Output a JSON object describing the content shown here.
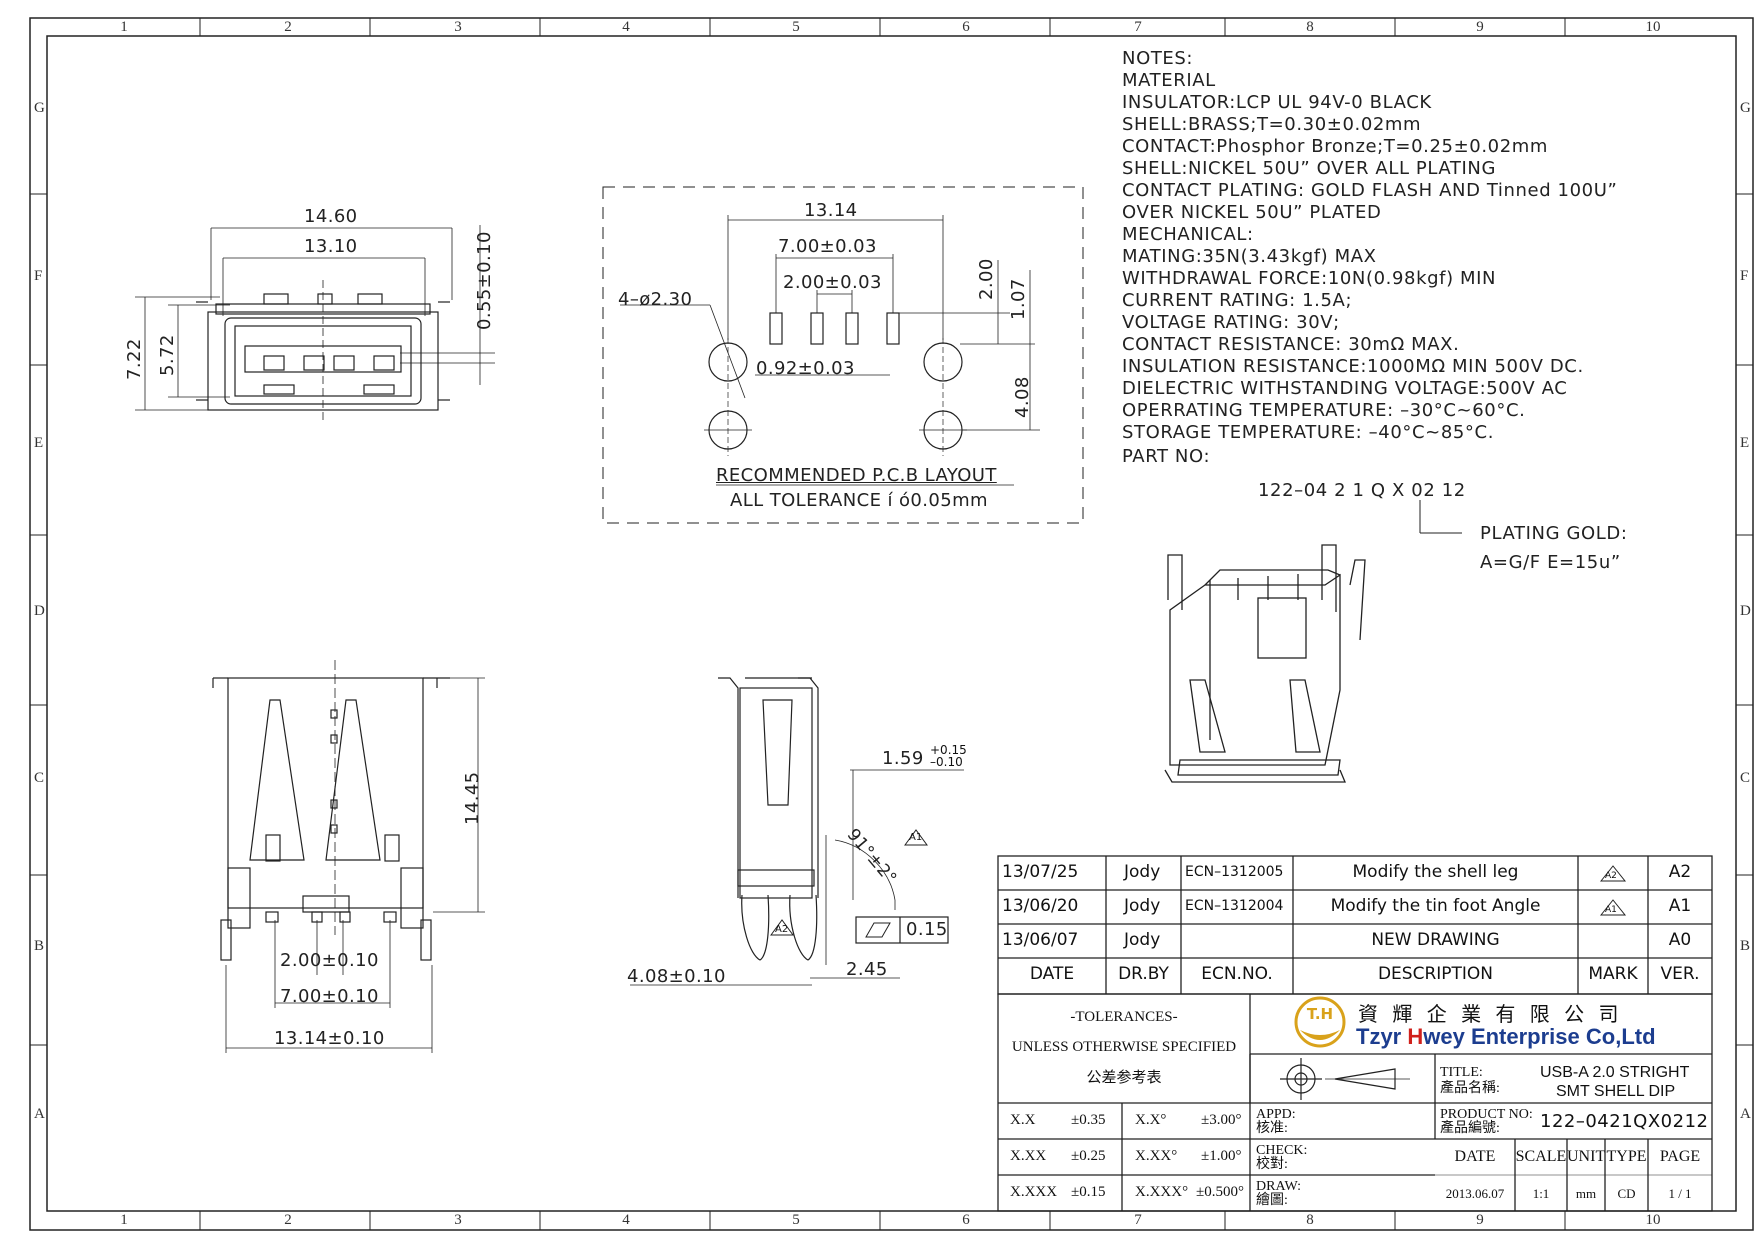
{
  "zones": {
    "columns": [
      "1",
      "2",
      "3",
      "4",
      "5",
      "6",
      "7",
      "8",
      "9",
      "10"
    ],
    "rows": [
      "G",
      "F",
      "E",
      "D",
      "C",
      "B",
      "A"
    ]
  },
  "notes": {
    "lines": [
      "NOTES:",
      "MATERIAL",
      "INSULATOR:LCP  UL  94V-0  BLACK",
      "SHELL:BRASS;T=0.30±0.02mm",
      "CONTACT:Phosphor  Bronze;T=0.25±0.02mm",
      "SHELL:NICKEL  50U”  OVER  ALL  PLATING",
      "CONTACT  PLATING:  GOLD  FLASH  AND  Tinned  100U”",
      "OVER  NICKEL  50U”  PLATED",
      "MECHANICAL:",
      "MATING:35N(3.43kgf)  MAX",
      "WITHDRAWAL  FORCE:10N(0.98kgf)    MIN",
      "CURRENT  RATING:  1.5A;",
      "VOLTAGE  RATING:    30V;",
      "CONTACT  RESISTANCE:  30mΩ  MAX.",
      "INSULATION  RESISTANCE:1000MΩ  MIN  500V  DC.",
      "DIELECTRIC  WITHSTANDING  VOLTAGE:500V  AC",
      "OPERRATING  TEMPERATURE:  –30°C~60°C.",
      "STORAGE  TEMPERATURE:  –40°C~85°C."
    ],
    "part_no_label": "PART  NO:",
    "part_no_code": "122–04  2  1  Q  X  02  12",
    "plating_label": "PLATING  GOLD:",
    "plating_options": "A=G/F    E=15u”"
  },
  "pcb_layout": {
    "title": "RECOMMENDED  P.C.B  LAYOUT",
    "tolerance": "ALL  TOLERANCE  í ó0.05mm",
    "dims": {
      "overall": "13.14",
      "pitch_outer": "7.00±0.03",
      "pitch_inner": "2.00±0.03",
      "hole": "4–ø2.30",
      "pad": "0.92±0.03",
      "v1": "2.00",
      "v2": "1.07",
      "v3": "4.08"
    }
  },
  "front_view": {
    "dims": {
      "w_outer": "14.60",
      "w_inner": "13.10",
      "h_outer": "7.22",
      "h_inner": "5.72",
      "tongue": "0.55±0.10"
    }
  },
  "bottom_view": {
    "dims": {
      "height": "14.45",
      "pitch_inner": "2.00±0.10",
      "pitch_outer": "7.00±0.10",
      "overall": "13.14±0.10"
    }
  },
  "side_view": {
    "dims": {
      "offset": "1.59",
      "offset_tol_plus": "+0.15",
      "offset_tol_minus": "–0.10",
      "angle": "91°±2°",
      "leg": "4.08±0.10",
      "foot": "2.45",
      "flatness": "0.15"
    },
    "rev_marks": [
      "A1",
      "A2"
    ]
  },
  "revisions": {
    "headers": [
      "DATE",
      "DR.BY",
      "ECN.NO.",
      "DESCRIPTION",
      "MARK",
      "VER."
    ],
    "rows": [
      {
        "date": "13/07/25",
        "by": "Jody",
        "ecn": "ECN–1312005",
        "desc": "Modify  the  shell  leg",
        "mark": "A2",
        "ver": "A2"
      },
      {
        "date": "13/06/20",
        "by": "Jody",
        "ecn": "ECN–1312004",
        "desc": "Modify  the  tin  foot  Angle",
        "mark": "A1",
        "ver": "A1"
      },
      {
        "date": "13/06/07",
        "by": "Jody",
        "ecn": "",
        "desc": "NEW  DRAWING",
        "mark": "",
        "ver": "A0"
      }
    ]
  },
  "tolerances": {
    "title": "-TOLERANCES-",
    "subtitle": "UNLESS OTHERWISE SPECIFIED",
    "chinese": "公差参考表",
    "rows": [
      {
        "lin": "X.X",
        "lin_tol": "±0.35",
        "ang": "X.X°",
        "ang_tol": "±3.00°"
      },
      {
        "lin": "X.XX",
        "lin_tol": "±0.25",
        "ang": "X.XX°",
        "ang_tol": "±1.00°"
      },
      {
        "lin": "X.XXX",
        "lin_tol": "±0.15",
        "ang": "X.XXX°",
        "ang_tol": "±0.500°"
      }
    ]
  },
  "company": {
    "logo_text": "T.H",
    "name_cn": "資 輝 企 業 有 限 公 司",
    "name_prefix": "Tzyr ",
    "name_accent": "H",
    "name_rest": "wey Enterprise Co,Ltd",
    "brand_color": "#d9a21b",
    "accent_color": "#d0211c",
    "name_color": "#1c3d8f"
  },
  "title_block": {
    "appd_label": "APPD:",
    "appd_cn": "核准:",
    "check_label": "CHECK:",
    "check_cn": "校對:",
    "draw_label": "DRAW:",
    "draw_cn": "繪圖:",
    "title_label": "TITLE:",
    "title_cn": "產品名稱:",
    "title_value_1": "USB-A 2.0 STRIGHT",
    "title_value_2": "SMT SHELL DIP",
    "product_label": "PRODUCT NO:",
    "product_cn": "產品編號:",
    "product_value": "122–0421QX0212",
    "footer_headers": [
      "DATE",
      "SCALE",
      "UNIT",
      "TYPE",
      "PAGE"
    ],
    "footer_values": [
      "2013.06.07",
      "1:1",
      "mm",
      "CD",
      "1 / 1"
    ]
  }
}
